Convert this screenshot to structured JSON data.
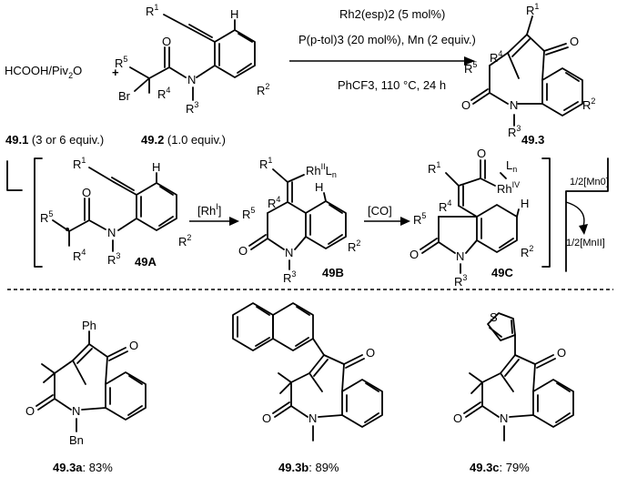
{
  "reaction": {
    "reagent_text": "HCOOH/Piv",
    "reagent_sub": "2",
    "reagent_o": "O",
    "plus": "+",
    "label_49_1": "49.1",
    "equiv_49_1": " (3 or 6 equiv.)",
    "label_49_2": "49.2",
    "equiv_49_2": " (1.0 equiv.)",
    "label_49_3": "49.3",
    "cond1": "Rh2(esp)2 (5 mol%)",
    "cond2": "P(p-tol)3 (20 mol%), Mn (2 equiv.)",
    "cond3": "PhCF3, 110 °C, 24 h"
  },
  "atoms": {
    "R1": "R",
    "R1_sup": "1",
    "R2": "R",
    "R2_sup": "2",
    "R3": "R",
    "R3_sup": "3",
    "R4": "R",
    "R4_sup": "4",
    "R5": "R",
    "R5_sup": "5",
    "O": "O",
    "N": "N",
    "Br": "Br",
    "H": "H"
  },
  "mechanism": {
    "label_49A": "49A",
    "label_49B": "49B",
    "label_49C": "49C",
    "arrow1": "[Rh",
    "arrow1_sup": "I",
    "arrow1_end": "]",
    "arrow2": "[CO]",
    "rh_b": "Rh",
    "rh_b_sup": "II",
    "rh_b_L": "L",
    "rh_b_n": "n",
    "rh_c": "Rh",
    "rh_c_sup": "IV",
    "rh_c_L": "L",
    "rh_c_n": "n",
    "mn_top": "1/2[Mn0]",
    "mn_bot": "1/2[MnII]"
  },
  "products": [
    {
      "label": "49.3a",
      "yield": ": 83%",
      "substituent": "Ph",
      "n_group": "Bn"
    },
    {
      "label": "49.3b",
      "yield": ": 89%"
    },
    {
      "label": "49.3c",
      "yield": ": 79%",
      "hetero": "S"
    }
  ]
}
